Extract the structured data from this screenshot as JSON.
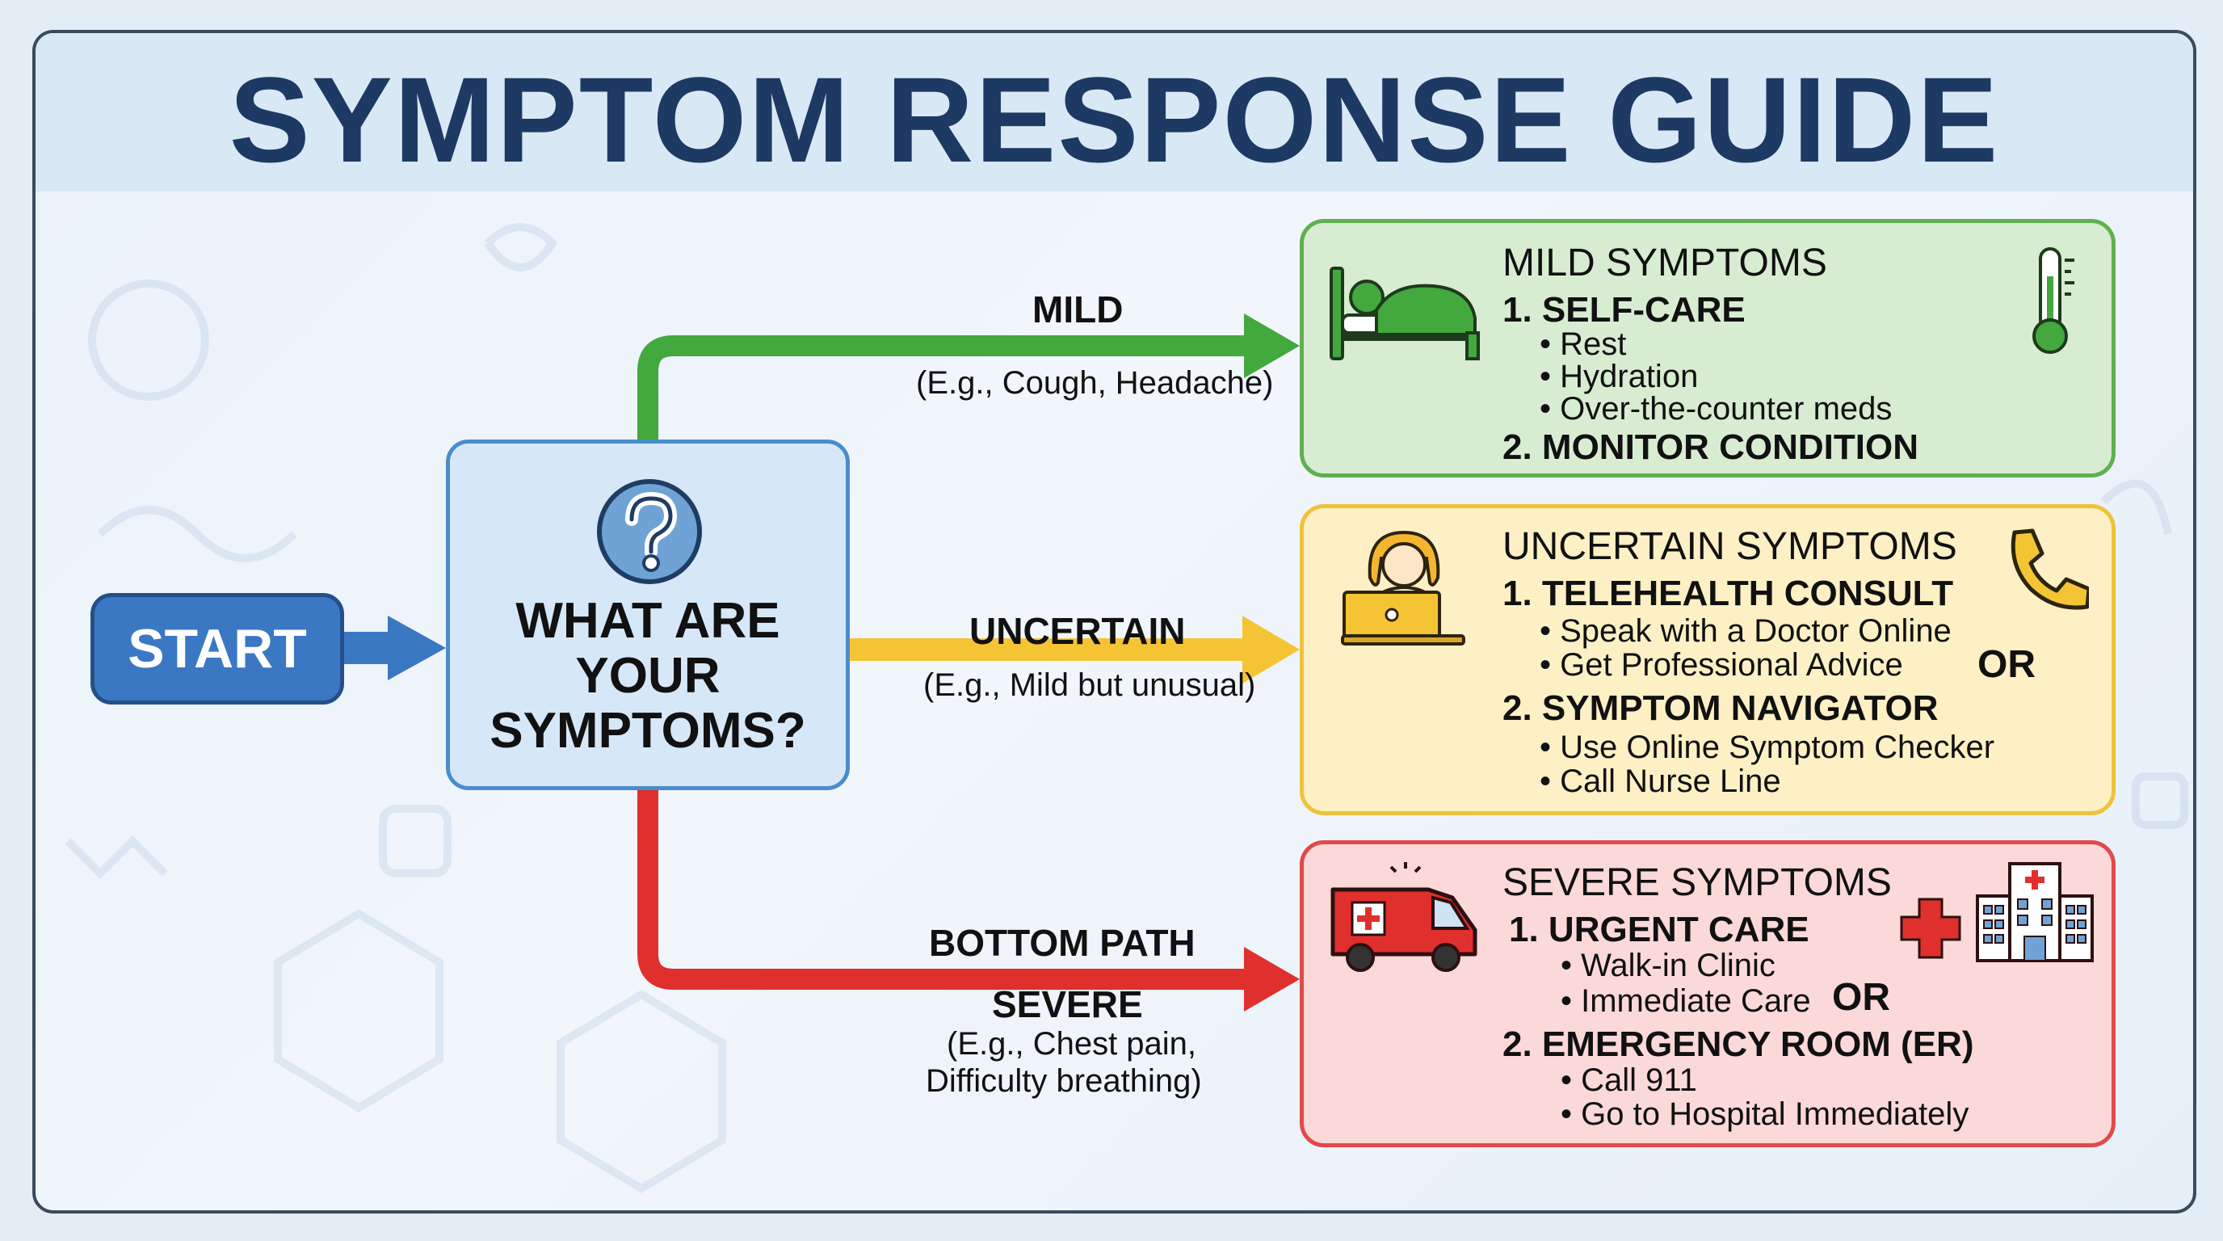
{
  "title": "SYMPTOM RESPONSE GUIDE",
  "start": {
    "label": "START"
  },
  "question": {
    "line1": "WHAT ARE",
    "line2": "YOUR",
    "line3": "SYMPTOMS?"
  },
  "paths": {
    "mild": {
      "label": "MILD",
      "example": "(E.g., Cough, Headache)",
      "color": "#43a83e"
    },
    "uncertain": {
      "label": "UNCERTAIN",
      "example": "(E.g., Mild but unusual)",
      "color": "#f5c434"
    },
    "severe": {
      "heading": "BOTTOM PATH",
      "label": "SEVERE",
      "example_line1": "(E.g., Chest pain,",
      "example_line2": "Difficulty breathing)",
      "color": "#e0302e"
    }
  },
  "cards": {
    "mild": {
      "title": "MILD SYMPTOMS",
      "step1": "1. SELF-CARE",
      "step1_items": [
        "• Rest",
        "• Hydration",
        "• Over-the-counter meds"
      ],
      "step2": "2. MONITOR CONDITION",
      "icons": [
        "bed-icon",
        "thermometer-icon"
      ]
    },
    "uncertain": {
      "title": "UNCERTAIN SYMPTOMS",
      "step1": "1. TELEHEALTH CONSULT",
      "step1_items": [
        "• Speak with a Doctor Online",
        "• Get Professional Advice"
      ],
      "or": "OR",
      "step2": "2. SYMPTOM NAVIGATOR",
      "step2_items": [
        "• Use Online Symptom Checker",
        "• Call Nurse Line"
      ],
      "icons": [
        "doctor-laptop-icon",
        "phone-icon"
      ]
    },
    "severe": {
      "title": "SEVERE SYMPTOMS",
      "step1": "1. URGENT CARE",
      "step1_items": [
        "• Walk-in Clinic",
        "• Immediate Care"
      ],
      "or": "OR",
      "step2": "2. EMERGENCY ROOM (ER)",
      "step2_items": [
        "• Call 911",
        "• Go to Hospital Immediately"
      ],
      "icons": [
        "ambulance-icon",
        "red-cross-icon",
        "hospital-icon"
      ]
    }
  }
}
